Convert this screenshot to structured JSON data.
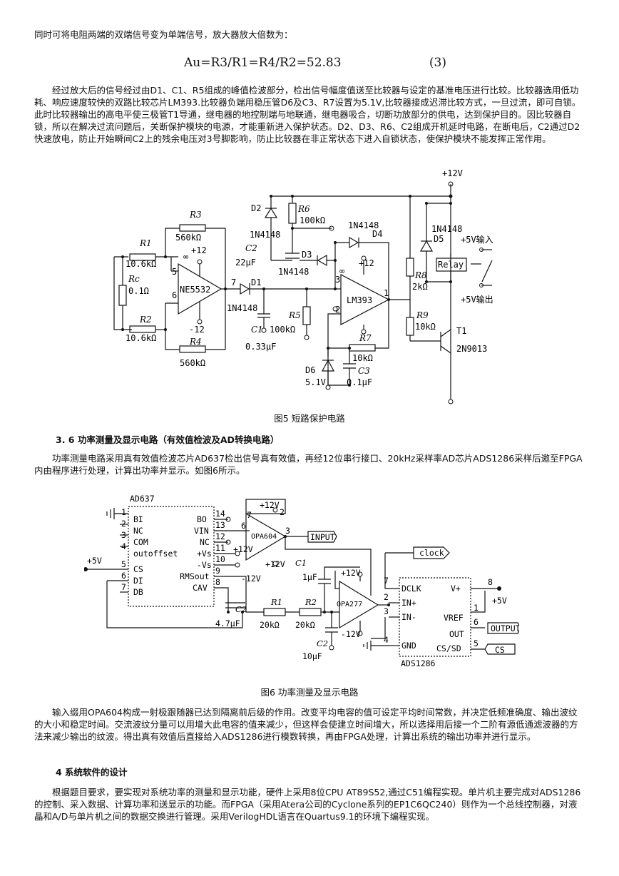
{
  "text": {
    "p1": "同时可将电阻两端的双端信号变为单端信号，放大器放大倍数为：",
    "eq_lhs": "Au=R3/R1=R4/R2=52.83",
    "eq_num": "(3)",
    "p2": "经过放大后的信号经过由D1、C1、R5组成的峰值检波部分，检出信号幅度值送至比较器与设定的基准电压进行比较。比较器选用低功耗、响应速度较快的双路比较芯片LM393.比较器负端用稳压管D6及C3、R7设置为5.1V,比较器接成迟滞比较方式，一旦过流，即可自锁。此时比较器输出的高电平使三极管T1导通，继电器的地控制端与地联通，继电器吸合，切断功放部分的供电，达到保护目的。因比较器自锁，所以在解决过流问题后，关断保护模块的电源，才能重新进入保护状态。D2、D3、R6、C2组成开机延时电路，在断电后，C2通过D2快速放电，防止开始瞬间C2上的残余电压对3号脚影响，防止比较器在非正常状态下进入自锁状态，使保护模块不能发挥正常作用。",
    "fig5_caption": "图5  短路保护电路",
    "h36": "3. 6 功率测量及显示电路（有效值检波及AD转换电路）",
    "p3": "功率测量电路采用真有效值检波芯片AD637检出信号真有效值，再经12位串行接口、20kHz采样率AD芯片ADS1286采样后邀至FPGA内由程序进行处理，计算出功率并显示。如图6所示。",
    "fig6_caption": "图6  功率测量及显示电路",
    "p4": "输入缀用OPA604构成一射极跟随器已达到隔离前后级的作用。改变平均电容的值可设定平均时间常数，并决定低频准确度、输出波纹的大小和稳定时间。交流波纹分量可以用增大此电容的值来减少，但这样会使建立时间增大，所以选择用后接一个二阶有源低通滤波器的方法来减少输出的纹波。得出真有效值后直接给入ADS1286进行模数转换，再由FPGA处理，计算出系统的输出功率并进行显示。",
    "h4": "4 系统软件的设计",
    "p5": "根据题目要求，要实现对系统功率的测量和显示功能，硬件上采用8位CPU AT89S52,通过C51编程实现。单片机主要完成对ADS1286的控制、采入数据、计算功率和送显示的功能。而FPGA（采用Atera公司的Cyclone系列的EP1C6QC240）则作为一个总线控制器，对液晶和A/D与单片机之间的数据交换进行管理。采用VerilogHDL语言在Quartus9.1的环境下编程实现。"
  },
  "fig5": {
    "vcc": "+12V",
    "r3": "R3",
    "r3_val": "560kΩ",
    "r1": "R1",
    "r1_val": "10.6kΩ",
    "rc": "Rc",
    "rc_val": "0.1Ω",
    "r2": "R2",
    "r2_val": "10.6kΩ",
    "r4": "R4",
    "r4_val": "560kΩ",
    "u1": "NE5532",
    "u1_vp": "+12",
    "u1_vn": "-12",
    "pin5": "5",
    "pin6": "6",
    "pin7": "7",
    "d1": "D1",
    "d1_part": "1N4148",
    "c1": "C1",
    "c1_val": "0.33μF",
    "d2": "D2",
    "d2_part": "1N4148",
    "c2": "C2",
    "c2_val": "22μF",
    "r6": "R6",
    "r6_val": "100kΩ",
    "d3": "D3",
    "d3_part": "1N4148",
    "d4": "D4",
    "d4_part": "1N4148",
    "r5": "R5",
    "r5_val": "100kΩ",
    "u2": "LM393",
    "u2_vp": "+12",
    "pin2": "2",
    "pin3": "3",
    "pin1": "1",
    "r7": "R7",
    "r7_val": "10kΩ",
    "d6": "D6",
    "d6_val": "5.1V",
    "c3": "C3",
    "c3_val": "0.1μF",
    "d5": "D5",
    "d5_part": "1N4148",
    "r8": "R8",
    "r8_val": "2kΩ",
    "r9": "R9",
    "r9_val": "10kΩ",
    "t1": "T1",
    "t1_part": "2N9013",
    "relay": "Relay",
    "in5v": "+5V输入",
    "out5v": "+5V输出",
    "inf": "∞"
  },
  "fig6": {
    "ad637": "AD637",
    "left_pins": [
      {
        "n": "1",
        "name": "BI"
      },
      {
        "n": "2",
        "name": "NC"
      },
      {
        "n": "3",
        "name": "COM"
      },
      {
        "n": "4",
        "name": "outoffset"
      },
      {
        "n": "5",
        "name": "CS"
      },
      {
        "n": "6",
        "name": "DI"
      },
      {
        "n": "7",
        "name": "DB"
      }
    ],
    "right_pins": [
      {
        "n": "14",
        "name": "BO"
      },
      {
        "n": "13",
        "name": "VIN"
      },
      {
        "n": "12",
        "name": "NC"
      },
      {
        "n": "11",
        "name": "+Vs"
      },
      {
        "n": "10",
        "name": "-Vs"
      },
      {
        "n": "9",
        "name": "RMSout"
      },
      {
        "n": "8",
        "name": "CAV"
      }
    ],
    "v5": "+5V",
    "opa604": "OPA604",
    "opa604_vp": "+12V",
    "opa604_vn": "+12V",
    "p6": "6",
    "p7": "7",
    "p2": "2",
    "p3": "3",
    "v12": "+12V",
    "vm12": "-12V",
    "input": "INPUT",
    "c1": "C1",
    "c1_val": "1μF",
    "cc": "C2",
    "cc_val": "4.7μF",
    "r1": "R1",
    "r1_val": "20kΩ",
    "r2": "R2",
    "r2_val": "20kΩ",
    "c2": "C2",
    "c2_val": "10μF",
    "opa277": "OPA277",
    "opa277_vp": "+12V",
    "opa277_vn": "-12V",
    "clock": "clock",
    "ads_pins_left": [
      {
        "n": "7",
        "name": "DCLK"
      },
      {
        "n": "2",
        "name": "IN+"
      },
      {
        "n": "3",
        "name": "IN-"
      },
      {
        "n": "4",
        "name": "GND"
      }
    ],
    "ads_pins_right": [
      {
        "n": "8",
        "name": "V+"
      },
      {
        "n": "1",
        "name": "VREF"
      },
      {
        "n": "6",
        "name": "OUT"
      },
      {
        "n": "5",
        "name": "CS/SD"
      }
    ],
    "output": "OUTPUT",
    "cs": "CS",
    "ads": "ADS1286",
    "plus5": "+5V"
  }
}
